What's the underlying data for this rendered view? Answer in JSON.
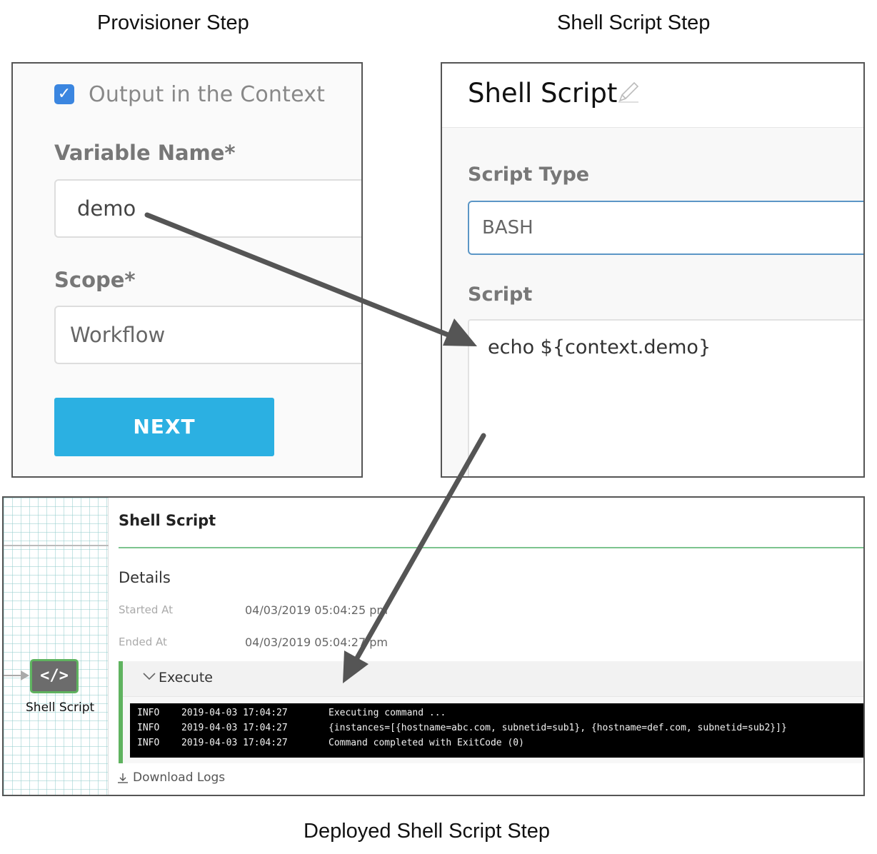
{
  "captions": {
    "provisioner": "Provisioner Step",
    "shell_script": "Shell Script Step",
    "deployed": "Deployed Shell Script Step"
  },
  "provisioner": {
    "checkbox_label": "Output in the Context",
    "checkbox_checked": true,
    "variable_name_label": "Variable Name*",
    "variable_name_value": "demo",
    "scope_label": "Scope*",
    "scope_value": "Workflow",
    "next_label": "NEXT",
    "accent": "#2bb0e2"
  },
  "shell_script": {
    "title": "Shell Script",
    "script_type_label": "Script Type",
    "script_type_value": "BASH",
    "script_label": "Script",
    "script_value": "echo ${context.demo}"
  },
  "deployed": {
    "node_icon": "</>",
    "node_label": "Shell Script",
    "title": "Shell Script",
    "details_heading": "Details",
    "started_label": "Started At",
    "started_value": "04/03/2019 05:04:25 pm",
    "ended_label": "Ended At",
    "ended_value": "04/03/2019 05:04:27 pm",
    "execute_label": "Execute",
    "logs": [
      {
        "level": "INFO",
        "timestamp": "2019-04-03 17:04:27",
        "message": "Executing command ..."
      },
      {
        "level": "INFO",
        "timestamp": "2019-04-03 17:04:27",
        "message": "{instances=[{hostname=abc.com, subnetid=sub1}, {hostname=def.com, subnetid=sub2}]}"
      },
      {
        "level": "INFO",
        "timestamp": "2019-04-03 17:04:27",
        "message": "Command completed with ExitCode (0)"
      }
    ],
    "download_label": "Download Logs",
    "status_color": "#5fb35f"
  },
  "icons": [
    "check-icon",
    "pencil-icon",
    "code-icon",
    "chevron-down-icon",
    "download-icon",
    "arrow-icon"
  ]
}
